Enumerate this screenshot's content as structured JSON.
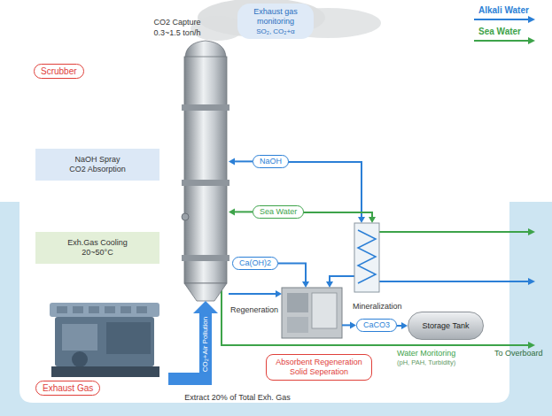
{
  "diagram": {
    "nodes": [
      {
        "text": [
          "Exhaust gas monitoring",
          "SO₂, CO₂+α"
        ]
      },
      {
        "text": [
          "Scrubber"
        ]
      },
      {
        "text": [
          "NaOH Spray CO2 Absorption"
        ]
      },
      {
        "text": [
          "NaOH"
        ]
      },
      {
        "text": [
          "Sea Water"
        ]
      },
      {
        "text": [
          "Exh.Gas Cooling 20~50°C"
        ]
      },
      {
        "text": [
          "Ca(OH)2"
        ]
      },
      {
        "text": [
          "Regeneration"
        ]
      },
      {
        "text": [
          "CaCO3"
        ]
      },
      {
        "text": [
          "Storage Tank"
        ]
      },
      {
        "text": [
          "Absorbent Regeneration Solid Seperation"
        ]
      },
      {
        "text": [
          "Exhaust Gas"
        ]
      }
    ],
    "edges": [
      {
        "from": 3,
        "to": 1,
        "arrow": "to"
      },
      {
        "from": 4,
        "to": 1,
        "arrow": "to"
      },
      {
        "from": 6,
        "to": 7,
        "arrow": "to"
      },
      {
        "from": 1,
        "to": 7,
        "arrow": "to"
      },
      {
        "from": 7,
        "to": 8,
        "arrow": "to"
      },
      {
        "from": 8,
        "to": 9,
        "arrow": "to"
      },
      {
        "from": 11,
        "to": 1,
        "arrow": "to",
        "label": "CO₂+Air Pollution"
      }
    ],
    "labels": [
      "CO2 Capture",
      "0.3~1.5 ton/h",
      "Mineralization",
      "Water Moritoring",
      "(pH, PAH, Turbidity)",
      "To Overboard",
      "Extract 20% of Total Exh. Gas"
    ],
    "legend": [
      {
        "text": "Alkali Water"
      },
      {
        "text": "Sea Water"
      }
    ]
  }
}
